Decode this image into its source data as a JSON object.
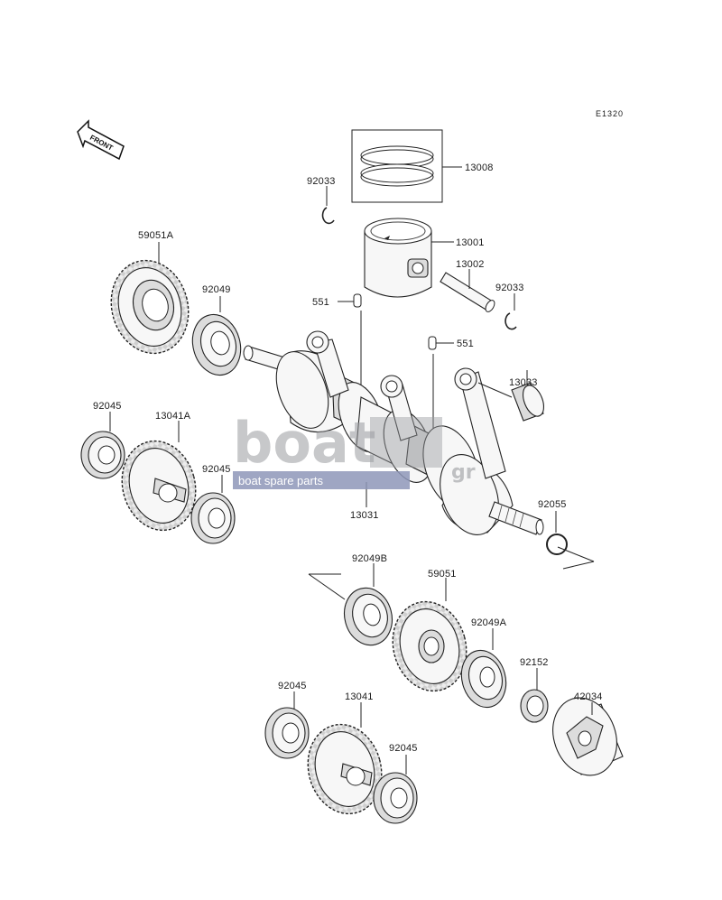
{
  "diagram": {
    "reference_code": "E1320",
    "front_label": "FRONT",
    "watermark": {
      "brand": "boat",
      "brand_suffix": "gr",
      "tagline": "boat spare parts"
    },
    "parts": [
      {
        "id": "p13008",
        "label": "13008"
      },
      {
        "id": "p92033a",
        "label": "92033"
      },
      {
        "id": "p13001",
        "label": "13001"
      },
      {
        "id": "p13002",
        "label": "13002"
      },
      {
        "id": "p92033b",
        "label": "92033"
      },
      {
        "id": "p59051A",
        "label": "59051A"
      },
      {
        "id": "p92049",
        "label": "92049"
      },
      {
        "id": "p551a",
        "label": "551"
      },
      {
        "id": "p551b",
        "label": "551"
      },
      {
        "id": "p13033",
        "label": "13033"
      },
      {
        "id": "p92045a",
        "label": "92045"
      },
      {
        "id": "p13041A",
        "label": "13041A"
      },
      {
        "id": "p92045b",
        "label": "92045"
      },
      {
        "id": "p13031",
        "label": "13031"
      },
      {
        "id": "p92055",
        "label": "92055"
      },
      {
        "id": "p92049B",
        "label": "92049B"
      },
      {
        "id": "p59051",
        "label": "59051"
      },
      {
        "id": "p92049A",
        "label": "92049A"
      },
      {
        "id": "p92152",
        "label": "92152"
      },
      {
        "id": "p42034",
        "label": "42034"
      },
      {
        "id": "p92045c",
        "label": "92045"
      },
      {
        "id": "p13041",
        "label": "13041"
      },
      {
        "id": "p92045d",
        "label": "92045"
      }
    ]
  }
}
